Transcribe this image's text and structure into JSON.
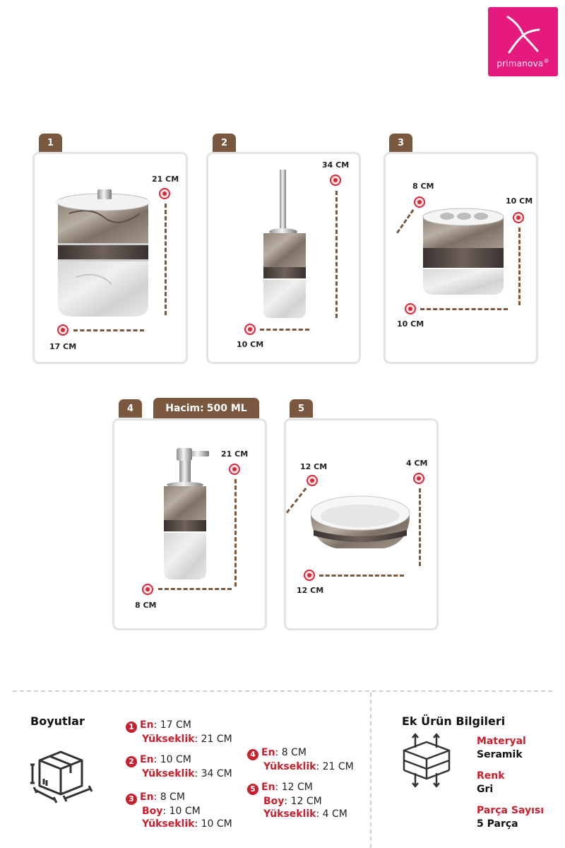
{
  "brand": {
    "prefix": "prima",
    "suffix": "nova",
    "mark": "®"
  },
  "products": [
    {
      "number": "1",
      "width": "17 CM",
      "height": "21 CM"
    },
    {
      "number": "2",
      "width": "10 CM",
      "height": "34 CM"
    },
    {
      "number": "3",
      "diameter": "8 CM",
      "width": "10 CM",
      "height": "10 CM"
    },
    {
      "number": "4",
      "width": "8 CM",
      "height": "21 CM",
      "volume_label": "Hacim:",
      "volume_value": "500 ML"
    },
    {
      "number": "5",
      "diameter": "12 CM",
      "width": "12 CM",
      "height": "4 CM"
    }
  ],
  "dimensions": {
    "title": "Boyutlar",
    "icon": "package-box-icon",
    "labels": {
      "en": "En",
      "boy": "Boy",
      "yukseklik": "Yükseklik"
    },
    "items": [
      {
        "n": "1",
        "en": ": 17 CM",
        "yukseklik": ": 21 CM"
      },
      {
        "n": "2",
        "en": ": 10 CM",
        "yukseklik": ": 34 CM"
      },
      {
        "n": "3",
        "en": ": 8 CM",
        "boy": ": 10 CM",
        "yukseklik": ": 10 CM"
      },
      {
        "n": "4",
        "en": ": 8 CM",
        "yukseklik": ": 21 CM"
      },
      {
        "n": "5",
        "en": ": 12 CM",
        "boy": ": 12 CM",
        "yukseklik": ": 4 CM"
      }
    ]
  },
  "extra": {
    "title": "Ek Ürün Bilgileri",
    "icon": "material-layers-icon",
    "fields": [
      {
        "label": "Materyal",
        "value": "Seramik"
      },
      {
        "label": "Renk",
        "value": "Gri"
      },
      {
        "label": "Parça Sayısı",
        "value": "5 Parça"
      }
    ]
  },
  "colors": {
    "accent": "#c7202e",
    "tab": "#7a5840",
    "brand": "#e6197e",
    "line": "#7a5840"
  }
}
